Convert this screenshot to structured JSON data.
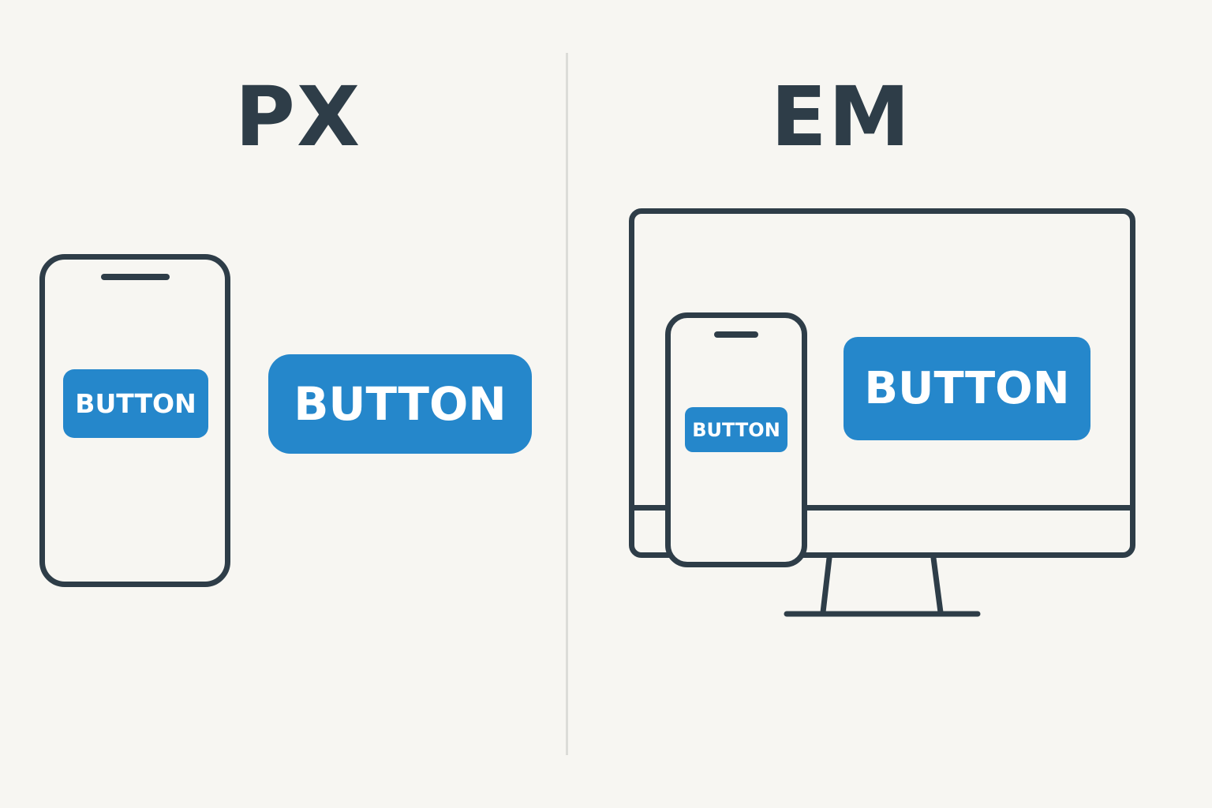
{
  "px_panel": {
    "heading": "PX",
    "phone_button_label": "BUTTON",
    "large_button_label": "BUTTON"
  },
  "em_panel": {
    "heading": "EM",
    "phone_button_label": "BUTTON",
    "monitor_button_label": "BUTTON"
  },
  "colors": {
    "background": "#f7f6f2",
    "outline": "#2e3d48",
    "button": "#2587cb",
    "button_text": "#ffffff",
    "divider": "#dcdcd8"
  },
  "icons": [
    "smartphone-icon",
    "desktop-monitor-icon"
  ]
}
